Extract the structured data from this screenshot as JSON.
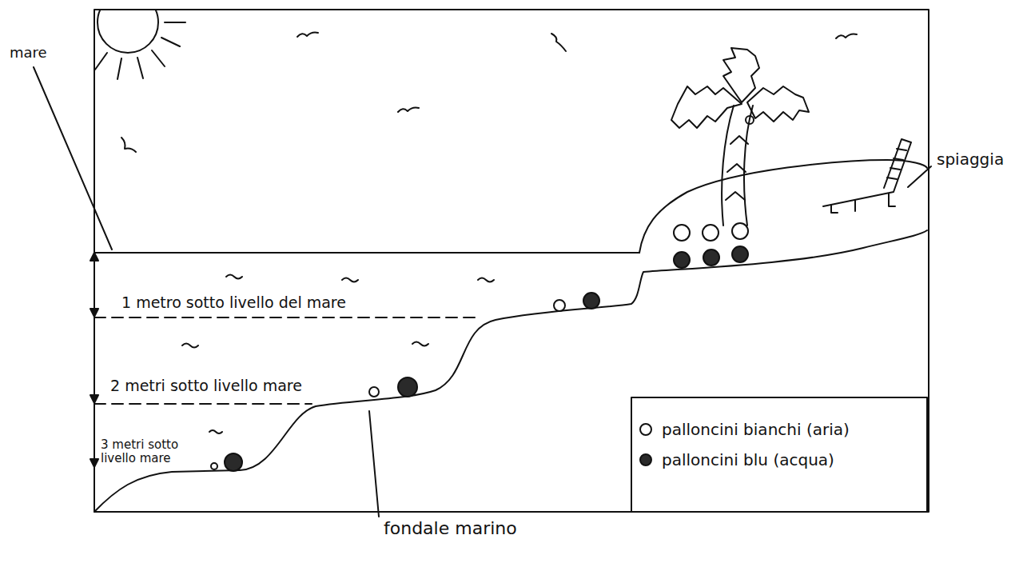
{
  "diagram": {
    "labels": [
      "mare",
      "1 metro sotto livello del mare",
      "2 metri sotto livello mare",
      "3 metri sotto livello mare",
      "spiaggia",
      "fondale marino"
    ],
    "legend": [
      {
        "text": "palloncini bianchi (aria)",
        "color": "#ffffff"
      },
      {
        "text": "palloncini blu (acqua)",
        "color": "#2a2a2a"
      }
    ]
  }
}
